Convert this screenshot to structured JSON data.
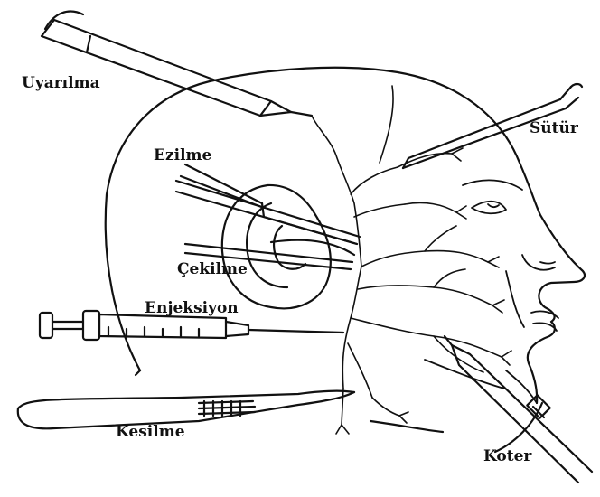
{
  "labels": {
    "uyarilma": "Uyarılma",
    "sutur": "Sütür",
    "ezilme": "Ezilme",
    "cekilme": "Çekilme",
    "enjeksiyon": "Enjeksiyon",
    "kesilme": "Kesilme",
    "koter": "Koter"
  },
  "colors": {
    "ink": "#111111",
    "background": "#ffffff"
  }
}
